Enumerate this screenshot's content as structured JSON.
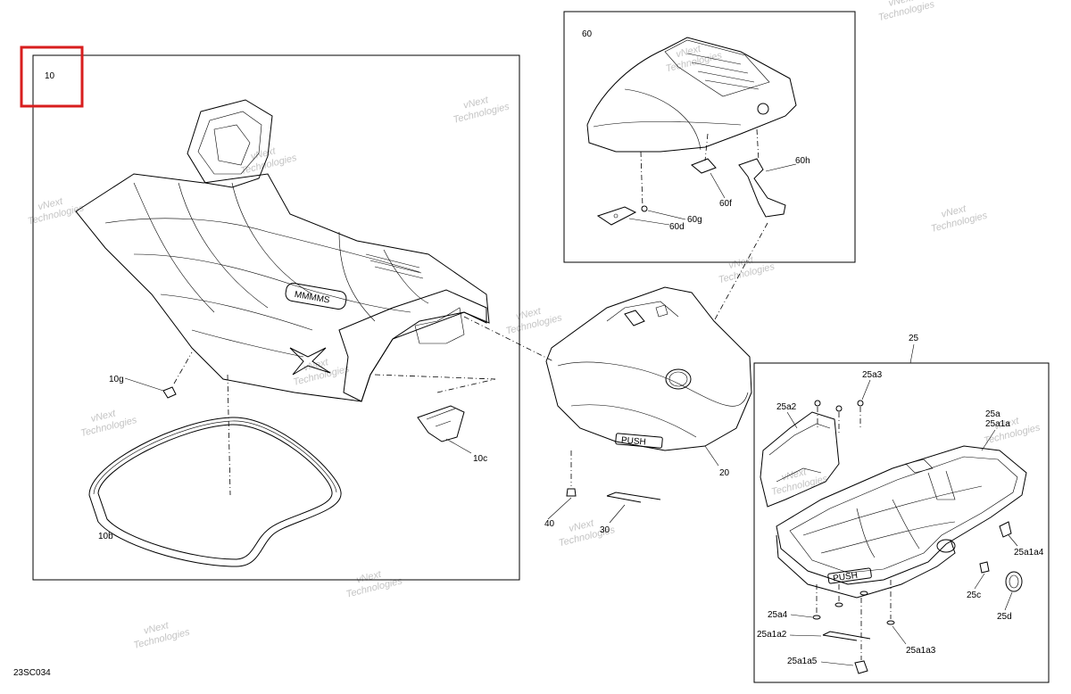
{
  "diagram_code": "23SC034",
  "watermark_lines": [
    "vNext",
    "Technologies"
  ],
  "highlight_color": "#d81e1e",
  "groups": [
    {
      "id": "10",
      "label": "10"
    },
    {
      "id": "60",
      "label": "60"
    },
    {
      "id": "25",
      "label": "25"
    }
  ],
  "callouts": {
    "c10g": "10g",
    "c10c": "10c",
    "c10b": "10b",
    "c40": "40",
    "c30": "30",
    "c20": "20",
    "c60f": "60f",
    "c60g": "60g",
    "c60d": "60d",
    "c60h": "60h",
    "c25a3": "25a3",
    "c25a2": "25a2",
    "c25a": "25a",
    "c25a1a": "25a1a",
    "c25a1a4": "25a1a4",
    "c25c": "25c",
    "c25d": "25d",
    "c25a4": "25a4",
    "c25a1a2": "25a1a2",
    "c25a1a3": "25a1a3",
    "c25a1a5": "25a1a5"
  },
  "part_text": {
    "seat_logo": "MMMMS",
    "push_front": "PUSH",
    "push_rear": "PUSH"
  }
}
